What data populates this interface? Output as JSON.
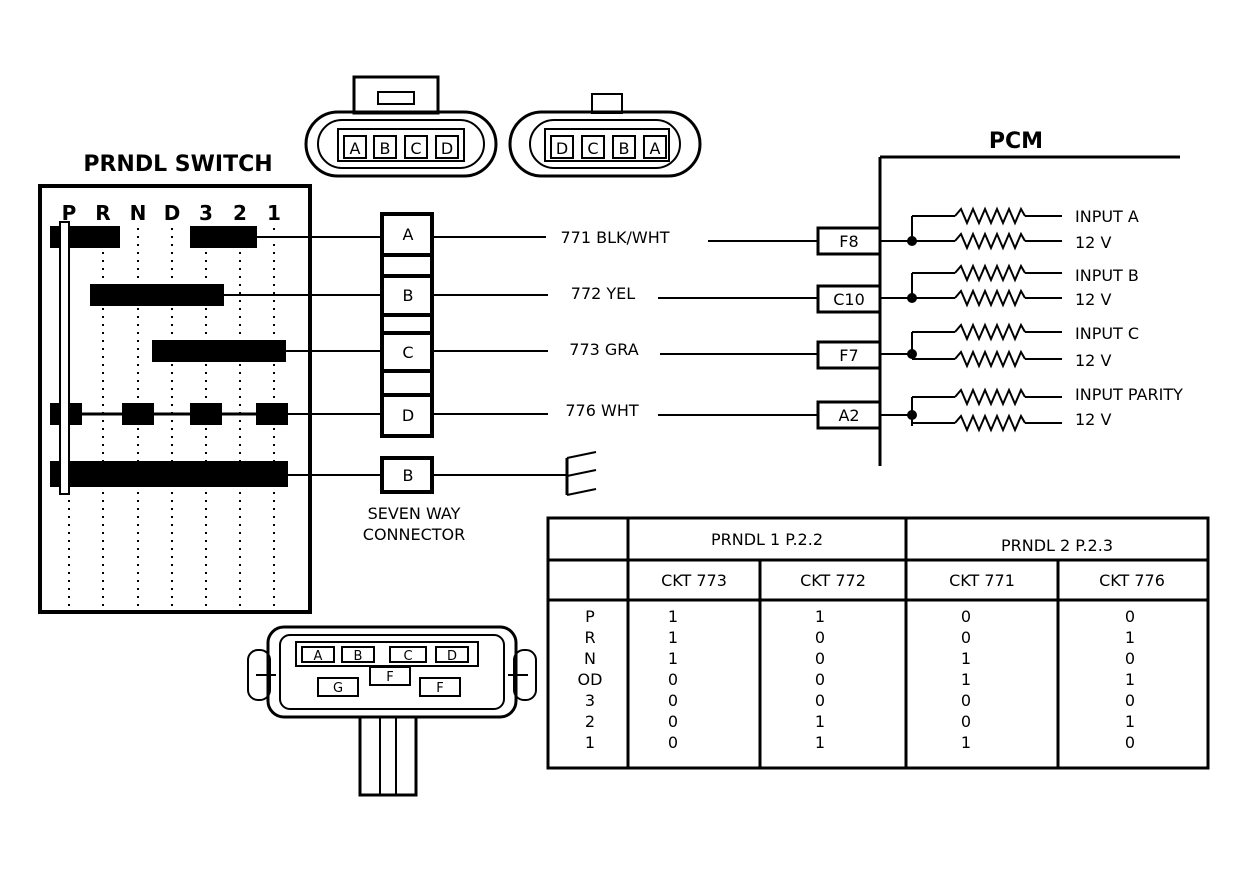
{
  "switch": {
    "title": "PRNDL SWITCH",
    "positions": [
      "P",
      "R",
      "N",
      "D",
      "3",
      "2",
      "1"
    ]
  },
  "connector": {
    "pins": [
      "A",
      "B",
      "C",
      "D",
      "B"
    ],
    "caption_line1": "SEVEN WAY",
    "caption_line2": "CONNECTOR",
    "end_view_left": [
      "A",
      "B",
      "C",
      "D"
    ],
    "end_view_right": [
      "D",
      "C",
      "B",
      "A"
    ],
    "seven_way_view": [
      "A",
      "B",
      "C",
      "D",
      "G",
      "F",
      "F"
    ]
  },
  "wires": [
    {
      "label": "771 BLK/WHT"
    },
    {
      "label": "772 YEL"
    },
    {
      "label": "773 GRA"
    },
    {
      "label": "776 WHT"
    }
  ],
  "pcm": {
    "title": "PCM",
    "pins": [
      "F8",
      "C10",
      "F7",
      "A2"
    ],
    "inputs": [
      {
        "name": "INPUT A",
        "voltage": "12 V"
      },
      {
        "name": "INPUT B",
        "voltage": "12 V"
      },
      {
        "name": "INPUT C",
        "voltage": "12 V"
      },
      {
        "name": "INPUT PARITY",
        "voltage": "12 V"
      }
    ]
  },
  "table": {
    "group_headers": [
      "PRNDL 1 P.2.2",
      "PRNDL 2 P.2.3"
    ],
    "columns": [
      "CKT 773",
      "CKT 772",
      "CKT 771",
      "CKT 776"
    ],
    "row_labels": [
      "P",
      "R",
      "N",
      "OD",
      "3",
      "2",
      "1"
    ],
    "rows": [
      [
        "1",
        "1",
        "0",
        "0"
      ],
      [
        "1",
        "0",
        "0",
        "1"
      ],
      [
        "1",
        "0",
        "1",
        "0"
      ],
      [
        "0",
        "0",
        "1",
        "1"
      ],
      [
        "0",
        "0",
        "0",
        "0"
      ],
      [
        "0",
        "1",
        "0",
        "1"
      ],
      [
        "0",
        "1",
        "1",
        "0"
      ]
    ]
  }
}
